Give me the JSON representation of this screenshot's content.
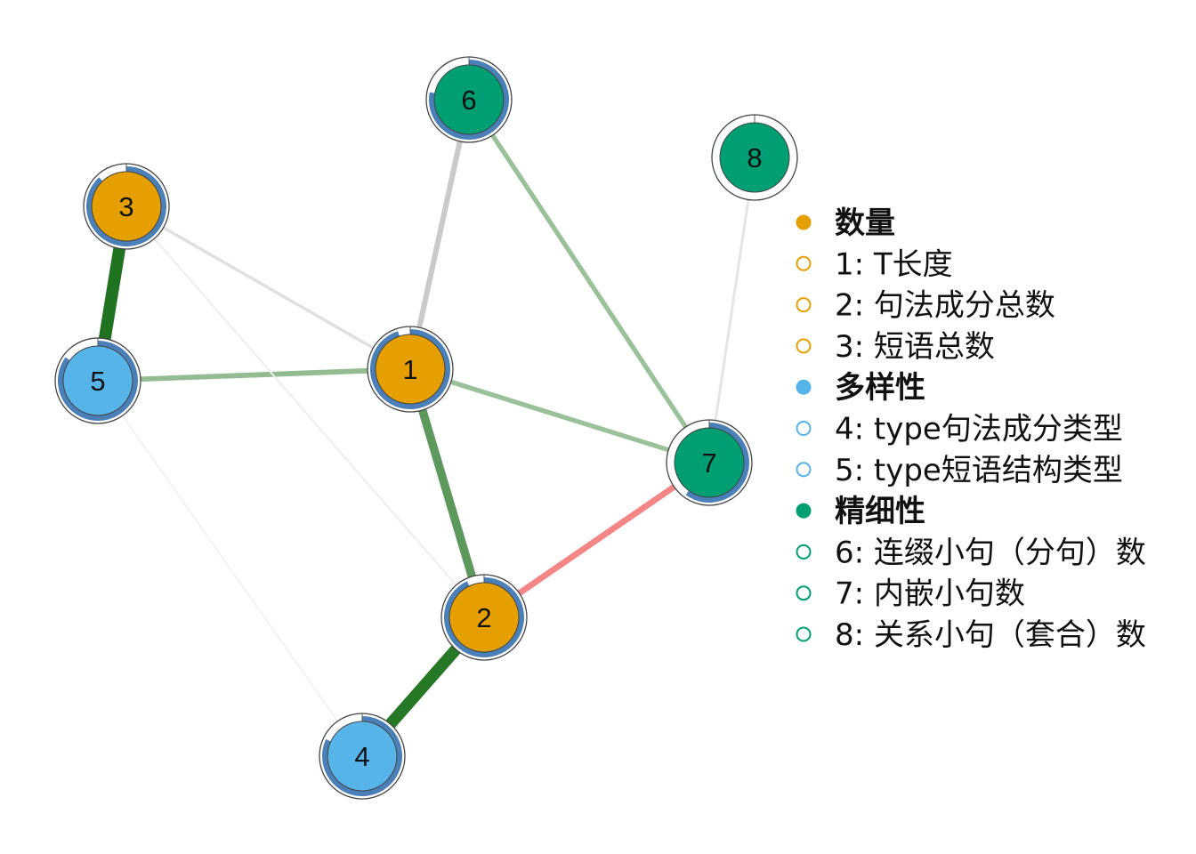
{
  "colors": {
    "group": {
      "数量": "#E69F00",
      "多样性": "#56B4E9",
      "精细性": "#009E73"
    },
    "pie_fill": "#4A7FB8",
    "pie_remainder": "#ffffff",
    "node_outline": "#444444",
    "positive_edge": "#1A6F1A",
    "negative_edge": "#F07070",
    "neutral_edge": "#C8C8C8"
  },
  "nodes": [
    {
      "id": "1",
      "group": "数量",
      "pie": 0.95
    },
    {
      "id": "2",
      "group": "数量",
      "pie": 0.93
    },
    {
      "id": "3",
      "group": "数量",
      "pie": 0.88
    },
    {
      "id": "4",
      "group": "多样性",
      "pie": 0.82
    },
    {
      "id": "5",
      "group": "多样性",
      "pie": 0.85
    },
    {
      "id": "6",
      "group": "精细性",
      "pie": 0.78
    },
    {
      "id": "7",
      "group": "精细性",
      "pie": 0.6
    },
    {
      "id": "8",
      "group": "精细性",
      "pie": 0.0
    }
  ],
  "edges": [
    {
      "from": "3",
      "to": "5",
      "weight": 0.75,
      "sign": "positive"
    },
    {
      "from": "2",
      "to": "4",
      "weight": 0.72,
      "sign": "positive"
    },
    {
      "from": "1",
      "to": "2",
      "weight": 0.5,
      "sign": "positive"
    },
    {
      "from": "1",
      "to": "5",
      "weight": 0.28,
      "sign": "positive"
    },
    {
      "from": "1",
      "to": "7",
      "weight": 0.25,
      "sign": "positive"
    },
    {
      "from": "6",
      "to": "7",
      "weight": 0.25,
      "sign": "positive"
    },
    {
      "from": "2",
      "to": "7",
      "weight": 0.35,
      "sign": "negative"
    },
    {
      "from": "1",
      "to": "6",
      "weight": 0.3,
      "sign": "neutral"
    },
    {
      "from": "1",
      "to": "3",
      "weight": 0.15,
      "sign": "neutral"
    },
    {
      "from": "7",
      "to": "8",
      "weight": 0.12,
      "sign": "neutral"
    },
    {
      "from": "2",
      "to": "3",
      "weight": 0.06,
      "sign": "neutral"
    },
    {
      "from": "4",
      "to": "5",
      "weight": 0.04,
      "sign": "neutral"
    }
  ],
  "legend": [
    {
      "type": "group",
      "label": "数量",
      "group": "数量"
    },
    {
      "type": "item",
      "label": "1: T长度",
      "group": "数量"
    },
    {
      "type": "item",
      "label": "2: 句法成分总数",
      "group": "数量"
    },
    {
      "type": "item",
      "label": "3: 短语总数",
      "group": "数量"
    },
    {
      "type": "group",
      "label": "多样性",
      "group": "多样性"
    },
    {
      "type": "item",
      "label": "4: type句法成分类型",
      "group": "多样性"
    },
    {
      "type": "item",
      "label": "5: type短语结构类型",
      "group": "多样性"
    },
    {
      "type": "group",
      "label": "精细性",
      "group": "精细性"
    },
    {
      "type": "item",
      "label": "6: 连缀小句（分句）数",
      "group": "精细性"
    },
    {
      "type": "item",
      "label": "7: 内嵌小句数",
      "group": "精细性"
    },
    {
      "type": "item",
      "label": "8: 关系小句（套合）数",
      "group": "精细性"
    }
  ]
}
